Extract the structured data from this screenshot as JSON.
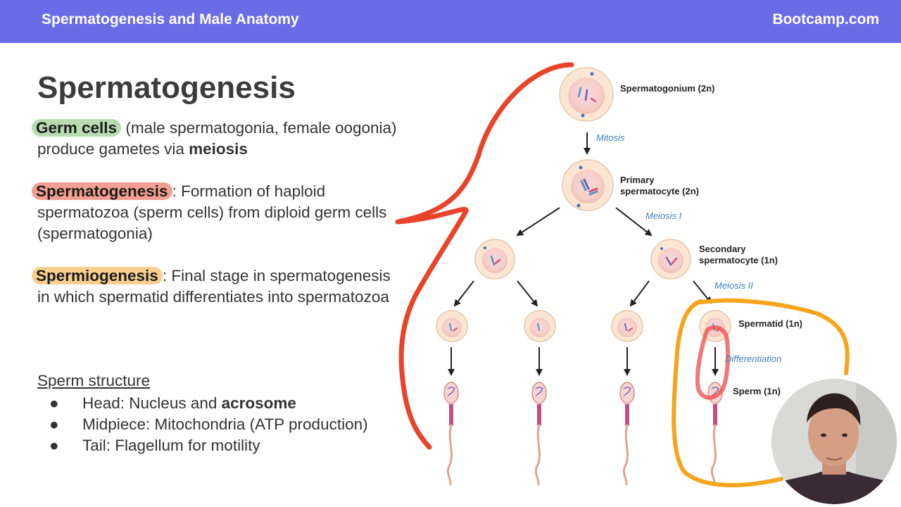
{
  "header": {
    "title": "Spermatogenesis and Male Anatomy",
    "brand": "Bootcamp.com"
  },
  "slide": {
    "title": "Spermatogenesis",
    "germ": {
      "term": "Germ cells",
      "text_a": " (male spermatogonia, female oogonia) produce gametes via ",
      "text_bold": "meiosis"
    },
    "spermatogenesis": {
      "term": "Spermatogenesis",
      "text": ": Formation of haploid spermatozoa (sperm cells) from diploid germ cells (spermatogonia)"
    },
    "spermiogenesis": {
      "term": "Spermiogenesis",
      "text": ": Final stage in spermatogenesis in which spermatid differentiates into spermatozoa"
    },
    "structure": {
      "heading": "Sperm structure",
      "bullet": "●",
      "head_a": "Head: Nucleus and ",
      "head_bold": "acrosome",
      "midpiece": "Midpiece: Mitochondria (ATP production)",
      "tail": "Tail: Flagellum for motility"
    }
  },
  "diagram": {
    "labels": {
      "spermatogonium": "Spermatogonium (2n)",
      "primary_a": "Primary",
      "primary_b": "spermatocyte (2n)",
      "secondary_a": "Secondary",
      "secondary_b": "spermatocyte (1n)",
      "spermatid": "Spermatid (1n)",
      "sperm": "Sperm (1n)"
    },
    "steps": {
      "mitosis": "Mitosis",
      "meiosis1": "Meiosis I",
      "meiosis2": "Meiosis II",
      "differentiation": "Differentiation"
    }
  },
  "colors": {
    "header": "#6b6be6",
    "annotation_red": "#e8442a",
    "annotation_orange": "#f5a41c",
    "step_text": "#3f7fb8"
  }
}
